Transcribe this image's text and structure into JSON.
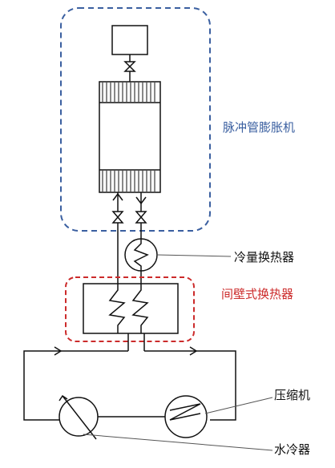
{
  "labels": {
    "pulse_tube_expander": "脉冲管膨胀机",
    "cold_heat_exchanger": "冷量换热器",
    "recuperative_heat_exchanger": "间壁式换热器",
    "compressor": "压缩机",
    "water_cooler": "水冷器"
  },
  "colors": {
    "line": "#111111",
    "expander_frame": "#3a5fa0",
    "expander_label": "#3a5fa0",
    "recuperator_frame": "#cc2b2b",
    "recuperator_label": "#cc2b2b",
    "label": "#111111"
  },
  "components": {
    "reservoir": "reservoir",
    "needle_valve": "valve",
    "pulse_tube": "pulse-tube",
    "cold_finger_valves": "valve",
    "cold_heat_exchanger": "coil-heat-exchanger",
    "recuperator": "zigzag-heat-exchanger",
    "water_cooler": "circle-with-arrow",
    "compressor": "circle-with-zigzag"
  }
}
